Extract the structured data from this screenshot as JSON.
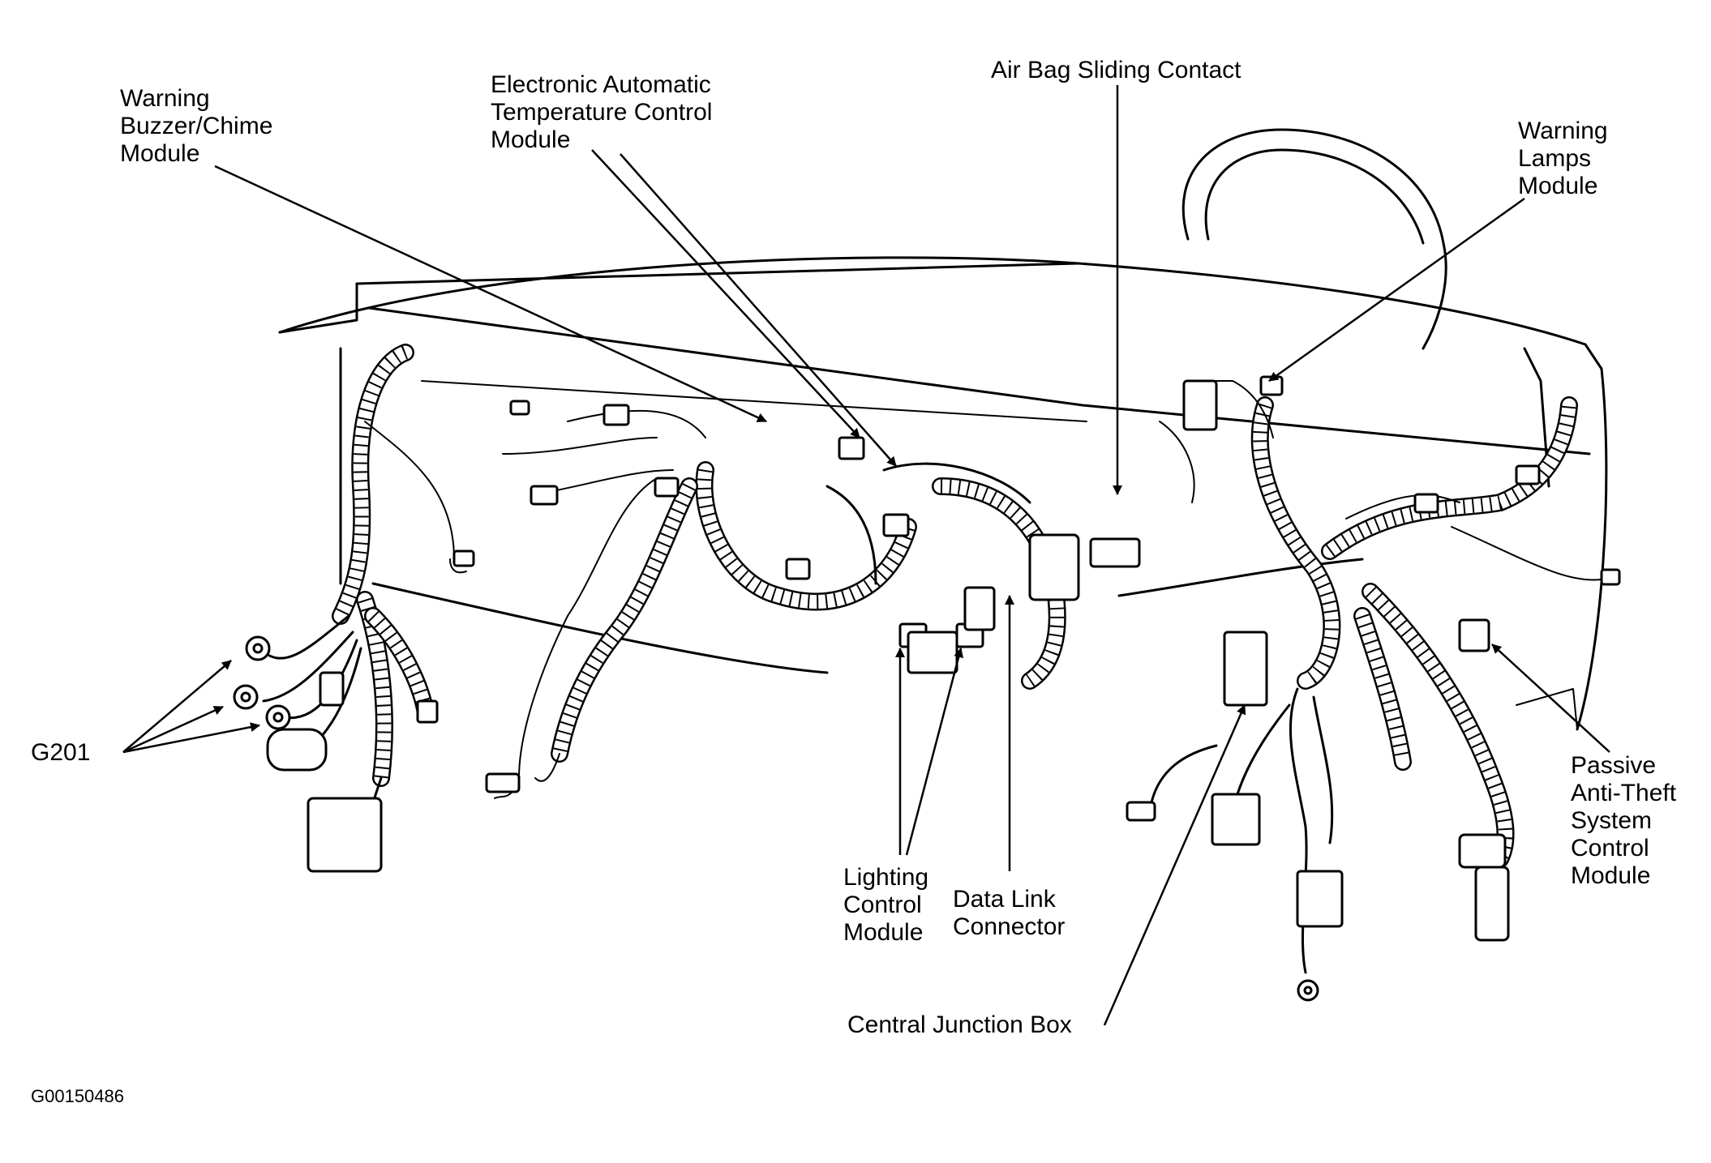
{
  "diagram": {
    "labels": {
      "warning_buzzer": [
        "Warning",
        "Buzzer/Chime",
        "Module"
      ],
      "eatc": [
        "Electronic Automatic",
        "Temperature Control",
        "Module"
      ],
      "airbag": [
        "Air Bag Sliding Contact"
      ],
      "warning_lamps": [
        "Warning",
        "Lamps",
        "Module"
      ],
      "g201": [
        "G201"
      ],
      "passive_anti_theft": [
        "Passive",
        "Anti-Theft",
        "System",
        "Control",
        "Module"
      ],
      "lighting_control": [
        "Lighting",
        "Control",
        "Module"
      ],
      "data_link": [
        "Data Link",
        "Connector"
      ],
      "central_junction": [
        "Central Junction Box"
      ]
    },
    "figure_id": "G00150486"
  }
}
